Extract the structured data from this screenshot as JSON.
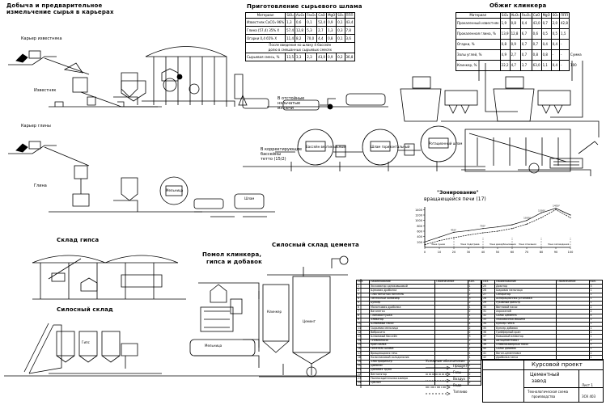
{
  "labels": {
    "quarry_title_1": "Добыча и предварительное",
    "quarry_title_2": "измельчение сырья в карьерах",
    "limestone_quarry": "Карьер известняка",
    "clay_quarry": "Карьер глины",
    "gypsum_store": "Склад гипса",
    "silo_store": "Силосный склад",
    "cement_silo": "Силосный склад цемента",
    "raw_sludge": "Приготовление сырьевого шлама",
    "burning": "Обжиг клинкера",
    "grinding_1": "Помол клинкера,",
    "grinding_2": "гипса и добавок",
    "to_tank_1": "В отстойные",
    "to_tank_2": "нэльчатые",
    "to_tank_3": "из печи",
    "to_correct_1": "В корректирующие",
    "to_correct_2": "бассейны",
    "to_correct_3": "тетто (15/2)",
    "basin_vertical": "Бассейн вертикальный",
    "basin_horizontal": "Шлам горизонтальный",
    "rotary": "Ротационный шлам",
    "mill_small": "Мельница",
    "shlam": "Шлам",
    "clinker": "Клинкер",
    "limestone_short": "Известняк",
    "clay_short": "Глина",
    "cement": "Цемент",
    "gypsum": "Гипс",
    "mill": "Мельница"
  },
  "sludge_table": {
    "headers": [
      "Материал",
      "SiO₂",
      "Al₂O₃",
      "Fe₂O₃",
      "CaO",
      "MgO",
      "SO₃",
      "ППП"
    ],
    "rows": [
      [
        "Известняк СаСО₃ 96%",
        "1,3",
        "0,6",
        "0,1",
        "52,4",
        "0,9",
        "0,1",
        "43,4"
      ],
      [
        "Глина (57,4) 35% Х",
        "57,4",
        "12,8",
        "5,3",
        "2,7",
        "1,3",
        "0,3",
        "7,8"
      ],
      [
        "Огарки 0,4 65% Х",
        "11,4",
        "8,2",
        "70,0",
        "4,4",
        "0,8",
        "0,1",
        "3,6"
      ],
      [
        "Сырьевая смесь, %",
        "13,5",
        "3,3",
        "2,3",
        "43,0",
        "0,9",
        "0,2",
        "36,8"
      ]
    ],
    "note_1": "После введения ко шлаку 4 бассейн",
    "note_2": "долю в смешанных сырьевых смесях"
  },
  "clinker_table": {
    "headers": [
      "Материал",
      "SiO₂",
      "Al₂O₃",
      "Fe₂O₃",
      "CaO",
      "MgO",
      "SO₃",
      "ППП"
    ],
    "rows": [
      [
        "Прокаленный известняк",
        "1,9",
        "0,8",
        "0,4",
        "43,0",
        "0,7",
        "2,0",
        "42,8"
      ],
      [
        "Прокаленная глина, %",
        "13,9",
        "12,8",
        "6,7",
        "0,6",
        "0,5",
        "0,5",
        "1,5"
      ],
      [
        "Огарки, %",
        "0,8",
        "0,9",
        "0,7",
        "0,7",
        "0,4",
        "0,4",
        "-"
      ],
      [
        "Золы углей, %",
        "4,9",
        "2,7",
        "0,7",
        "0,8",
        "0,8",
        "-",
        "-"
      ],
      [
        "Клинкер, %",
        "22,2",
        "4,7",
        "3,7",
        "63,0",
        "1,1",
        "0,4",
        "-"
      ]
    ],
    "extra": [
      "Сумма",
      "100"
    ]
  },
  "chart_data": {
    "type": "line",
    "title": "\"Зонирование\"",
    "subtitle": "вращающейся печи (17)",
    "x": [
      0,
      10,
      20,
      30,
      40,
      50,
      60,
      70,
      80,
      90,
      100
    ],
    "series": [
      {
        "values": [
          200,
          380,
          560,
          620,
          700,
          760,
          840,
          1000,
          1280,
          1450,
          1200
        ]
      },
      {
        "values": [
          100,
          250,
          360,
          460,
          540,
          600,
          700,
          860,
          1100,
          1400,
          1100
        ]
      }
    ],
    "yticks": [
      "1400",
      "1200",
      "1000",
      "800",
      "600",
      "400",
      "200"
    ],
    "xticks": [
      "0",
      "10",
      "20",
      "30",
      "40",
      "50",
      "60",
      "70",
      "80",
      "90",
      "100"
    ],
    "zone_labels": [
      "Зона сушки",
      "Зона подогрева",
      "Зона декарбонизации",
      "Зона спекания",
      "Зона охлаждения"
    ],
    "point_labels": [
      "1450°",
      "1300°",
      "1000°",
      "700°",
      "450°"
    ],
    "ylim": [
      0,
      1500
    ],
    "xlim": [
      0,
      100
    ],
    "grid": false
  },
  "spec_left": {
    "rows": [
      [
        "1",
        "Экскаватор одноковшовый",
        "",
        "1"
      ],
      [
        "2",
        "Щековая дробилка",
        "",
        "1"
      ],
      [
        "3",
        "Пластинчатый питатель",
        "",
        "2"
      ],
      [
        "4",
        "Ленточный конвейер",
        "",
        "3"
      ],
      [
        "5",
        "Бункер",
        "",
        "2"
      ],
      [
        "6",
        "Молотковая дробилка",
        "",
        "1"
      ],
      [
        "7",
        "Вагонетка",
        "",
        "2"
      ],
      [
        "8",
        "Глиноболтушка",
        "",
        "1"
      ],
      [
        "9",
        "Элеватор",
        "",
        "1"
      ],
      [
        "10",
        "Шламовый насос",
        "",
        "4"
      ],
      [
        "11",
        "Сырьевая мельница",
        "",
        "2"
      ],
      [
        "12",
        "Вибросито",
        "",
        "2"
      ],
      [
        "13",
        "Шламовый бассейн",
        "",
        "3"
      ],
      [
        "14",
        "Пневмонасос",
        "",
        "2"
      ],
      [
        "15",
        "Кран-балка",
        "",
        "1"
      ],
      [
        "16",
        "Питатель шлама",
        "",
        "1"
      ],
      [
        "17",
        "Вращающаяся печь",
        "",
        "1"
      ],
      [
        "18",
        "Колосниковый холодильник",
        "",
        "1"
      ],
      [
        "19",
        "Электрофильтр",
        "",
        "1"
      ],
      [
        "20",
        "Дымосос",
        "",
        "1"
      ],
      [
        "21",
        "Дымовая труба",
        "",
        "1"
      ],
      [
        "22",
        "Вентилятор",
        "",
        "2"
      ],
      [
        "23",
        "Пылеосадительная камера",
        "",
        "1"
      ],
      [
        "24",
        "Циклон",
        "",
        "2"
      ]
    ],
    "headers": [
      "Поз.",
      "Наименование",
      "Обозначение",
      "Кол."
    ]
  },
  "spec_right": {
    "rows": [
      [
        "25",
        "Дозатор",
        "",
        "3"
      ],
      [
        "26",
        "Шаровая мельница",
        "",
        "1"
      ],
      [
        "27",
        "Сепаратор",
        "",
        "1"
      ],
      [
        "28",
        "Аспирационная установка",
        "",
        "1"
      ],
      [
        "29",
        "Рукавный фильтр",
        "",
        "1"
      ],
      [
        "30",
        "Винтовой насос",
        "",
        "2"
      ],
      [
        "31",
        "Аэрожелоб",
        "",
        "2"
      ],
      [
        "32",
        "Силос цемента",
        "",
        "4"
      ],
      [
        "33",
        "Упаковочная машина",
        "",
        "1"
      ],
      [
        "34",
        "Бункер гипса",
        "",
        "1"
      ],
      [
        "35",
        "Бункер добавок",
        "",
        "1"
      ],
      [
        "36",
        "Грейферный кран",
        "",
        "1"
      ],
      [
        "37",
        "Ковшовый элеватор",
        "",
        "1"
      ],
      [
        "38",
        "Автоцементовоз",
        "",
        "2"
      ],
      [
        "39",
        "Пневмокамерный насос",
        "",
        "1"
      ],
      [
        "40",
        "Силос добавок",
        "",
        "1"
      ],
      [
        "41",
        "Вагон-цементовоз",
        "",
        "2"
      ],
      [
        "42",
        "Дробилка гипса",
        "",
        "1"
      ]
    ],
    "headers": [
      "Поз.",
      "Наименование",
      "Обозначение",
      "Кол."
    ]
  },
  "legend": {
    "title": "Условные обозначения",
    "items": [
      "Продукт",
      "Газы",
      "Воздух",
      "Вода",
      "Топливо"
    ]
  },
  "stamp": {
    "course": "Курсовой проект",
    "plant_1": "Цементный",
    "plant_2": "завод",
    "scheme_1": "Технологическая схема",
    "scheme_2": "производства",
    "sheet": "Лист 1",
    "group": "ЗСК 403"
  }
}
